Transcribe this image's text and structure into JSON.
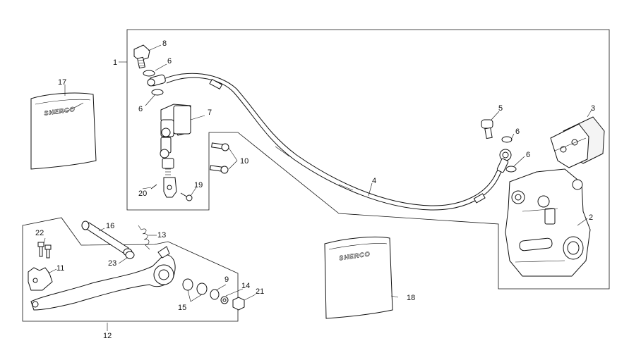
{
  "labels": {
    "p1": "1",
    "p2": "2",
    "p3": "3",
    "p4": "4",
    "p5": "5",
    "p6a": "6",
    "p6b": "6",
    "p6c": "6",
    "p6d": "6",
    "p7": "7",
    "p8": "8",
    "p9": "9",
    "p10": "10",
    "p11": "11",
    "p12": "12",
    "p13": "13",
    "p14": "14",
    "p15": "15",
    "p16": "16",
    "p17": "17",
    "p18": "18",
    "p19": "19",
    "p20": "20",
    "p21": "21",
    "p22": "22",
    "p23": "23"
  },
  "logo_text": "SHERCO"
}
